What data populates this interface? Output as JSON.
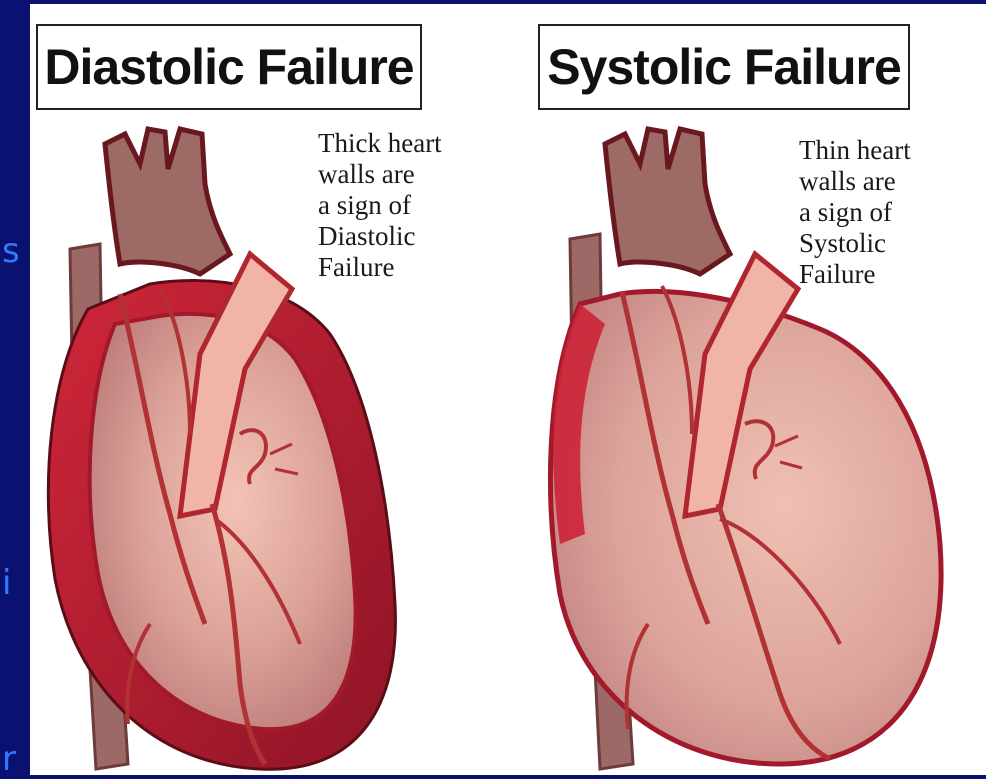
{
  "slide_fragments": {
    "edge_top": "s",
    "edge_middle": "i",
    "edge_bottom": "r"
  },
  "diastolic": {
    "title": "Diastolic Failure",
    "caption_lines": [
      "Thick heart",
      "walls are",
      "a sign of",
      "Diastolic",
      "Failure"
    ]
  },
  "systolic": {
    "title": "Systolic Failure",
    "caption_lines": [
      "Thin heart",
      "walls are",
      "a sign of",
      "Systolic",
      "Failure"
    ]
  },
  "colors": {
    "slide_background": "#0a1170",
    "slide_text": "#2f7bff",
    "heart_wall_dark": "#a3192c",
    "heart_body": "#d99a92",
    "heart_highlight": "#efb8ac",
    "vessel": "#b03235",
    "aorta": "#9e6a66"
  }
}
